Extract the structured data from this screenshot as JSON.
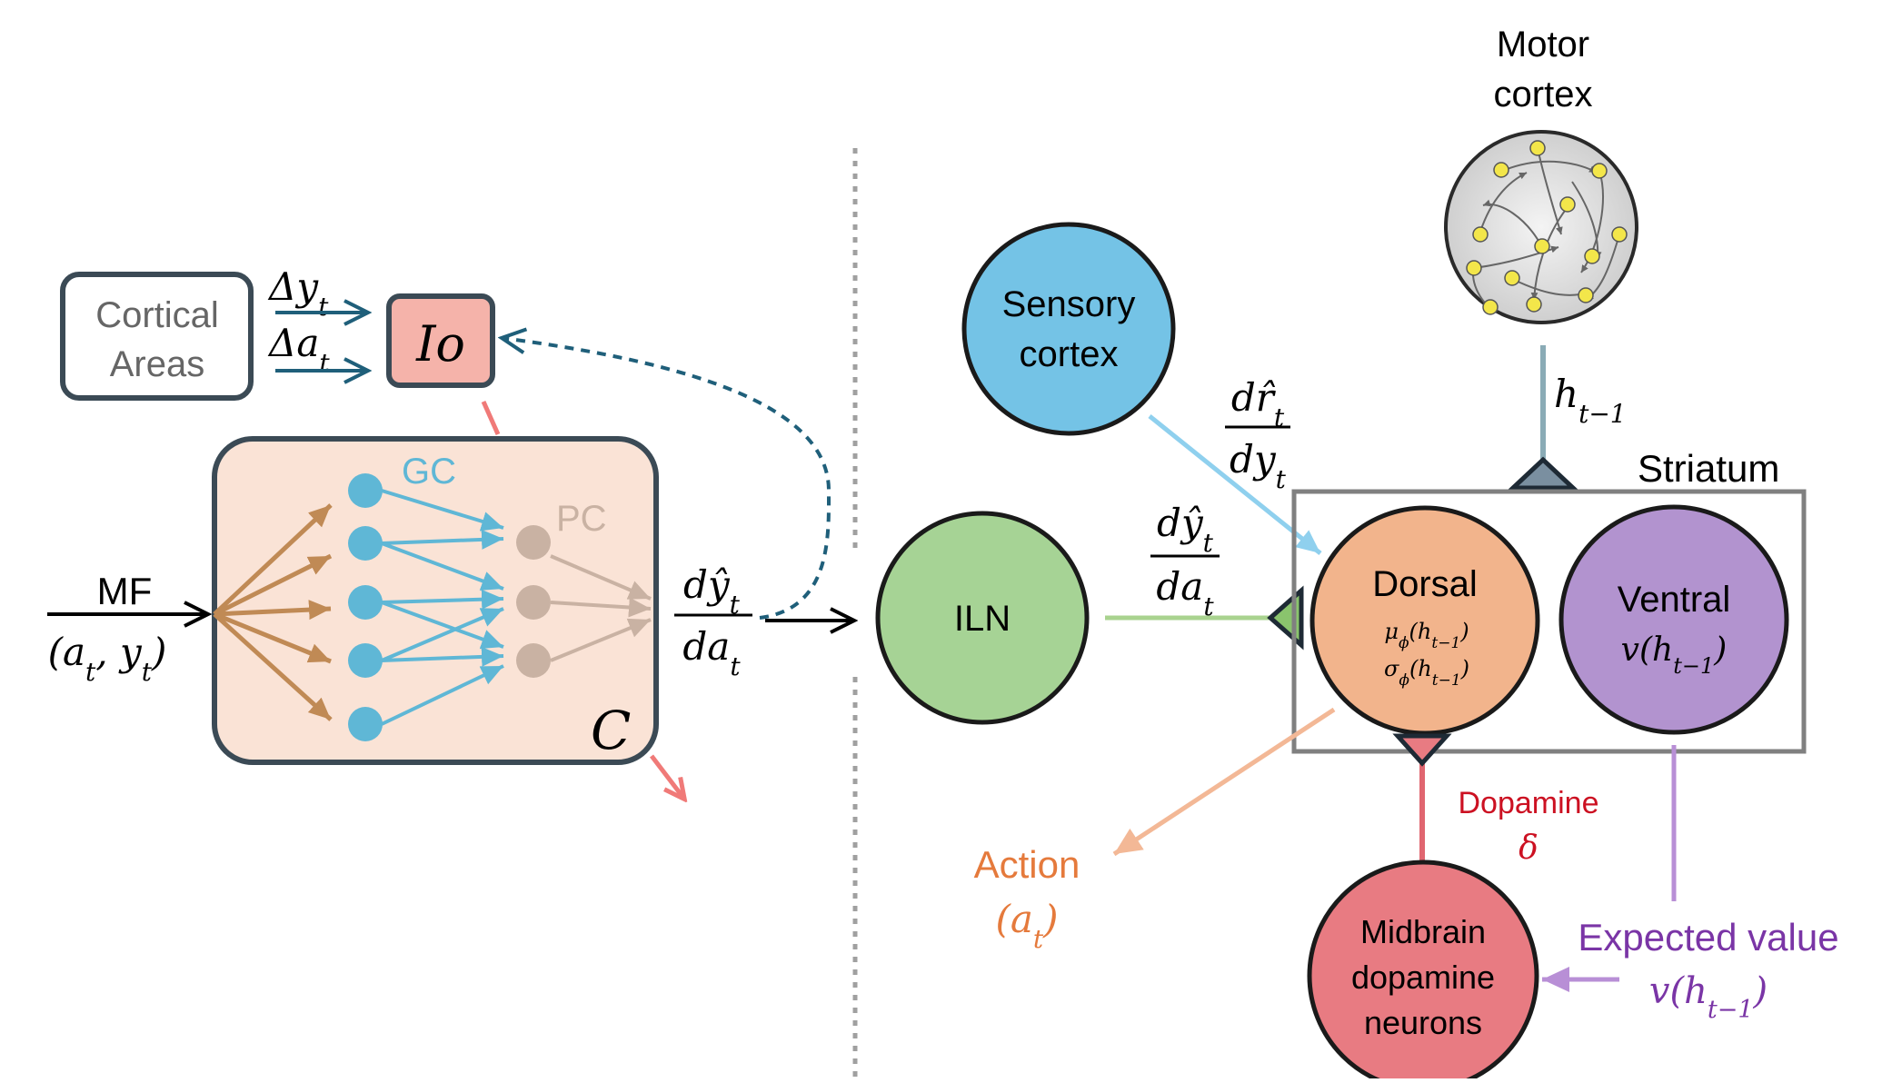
{
  "colors": {
    "black": "#000000",
    "dark_blue": "#1f5f7a",
    "gc_blue": "#5fb7d6",
    "pc_tan": "#c9b2a3",
    "mf_brown": "#c08a55",
    "cerebellum_fill": "#fae3d6",
    "box_border": "#3b4a55",
    "io_fill": "#f5b3aa",
    "pink": "#f07a78",
    "sensory_fill": "#74c3e6",
    "iln_fill": "#a6d395",
    "iln_line": "#a9d38f",
    "dorsal_fill": "#f2b48c",
    "ventral_fill": "#b293cf",
    "midbrain_fill": "#e87b82",
    "action_orange": "#e57a3c",
    "dopamine_red": "#cc1122",
    "expected_purple": "#7a35a6",
    "striatum_gray": "#808080",
    "motor_line": "#8aabb6"
  },
  "cerebellum": {
    "cortical_areas": {
      "line1": "Cortical",
      "line2": "Areas"
    },
    "delta_y": {
      "base": "Δy",
      "sub": "t"
    },
    "delta_a": {
      "base": "Δa",
      "sub": "t"
    },
    "io_label": "Io",
    "gc_label": "GC",
    "pc_label": "PC",
    "c_label": "C",
    "mf_label": "MF",
    "mf_input": {
      "open": "(",
      "a": "a",
      "a_sub": "t",
      "comma": ", ",
      "y": "y",
      "y_sub": "t",
      "close": ")"
    },
    "output_fraction": {
      "num_d": "d",
      "num_var": "ŷ",
      "num_sub": "t",
      "den_d": "d",
      "den_var": "a",
      "den_sub": "t"
    }
  },
  "basal_ganglia": {
    "motor_cortex": {
      "line1": "Motor",
      "line2": "cortex"
    },
    "h_prev": {
      "base": "h",
      "sub": "t−1"
    },
    "sensory_cortex": {
      "line1": "Sensory",
      "line2": "cortex"
    },
    "sensory_fraction": {
      "num_d": "d",
      "num_var": "r̂",
      "num_sub": "t",
      "den_d": "d",
      "den_var": "y",
      "den_sub": "t"
    },
    "iln_label": "ILN",
    "iln_fraction": {
      "num_d": "d",
      "num_var": "ŷ",
      "num_sub": "t",
      "den_d": "d",
      "den_var": "a",
      "den_sub": "t"
    },
    "striatum_label": "Striatum",
    "dorsal": {
      "title": "Dorsal",
      "mu": "μ",
      "mu_sub": "ϕ",
      "mu_arg": "(h",
      "mu_arg_sub": "t−1",
      "mu_close": ")",
      "sigma": "σ",
      "sigma_sub": "ϕ",
      "sigma_arg": "(h",
      "sigma_arg_sub": "t−1",
      "sigma_close": ")"
    },
    "ventral": {
      "title": "Ventral",
      "v": "v(h",
      "v_sub": "t−1",
      "v_close": ")"
    },
    "dopamine": {
      "label": "Dopamine",
      "symbol": "δ"
    },
    "action": {
      "label": "Action",
      "open": "(",
      "var": "a",
      "sub": "t",
      "close": ")"
    },
    "midbrain": {
      "line1": "Midbrain",
      "line2": "dopamine",
      "line3": "neurons"
    },
    "expected_value": {
      "label": "Expected value",
      "v": "v(h",
      "v_sub": "t−1",
      "v_close": ")"
    }
  }
}
